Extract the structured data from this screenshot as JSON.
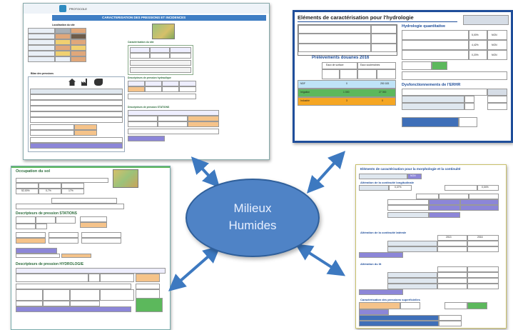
{
  "center": {
    "line1": "Milieux",
    "line2": "Humides"
  },
  "top_left": {
    "header": "PROTOCOLE",
    "title": "CARACTERISATION DES PRESSIONS ET INCIDENCES",
    "sub1": "Localisation du site",
    "sub2": "Caractérisation du site",
    "sub3": "Bilan des pressions",
    "sub4": "Descripteurs de pression hydraulique",
    "sub5": "Descripteurs de pression STATIONS"
  },
  "top_right": {
    "title": "Eléments de caractérisation pour l'hydrologie",
    "sub1": "Hydrologie quantitative",
    "sub2": "Prélèvements douanes 2016",
    "sub3": "Dysfonctionnements de l'ERHR",
    "col_headers": [
      "Eaux de surface",
      "Eaux souterraines"
    ],
    "row_ndf": "NDF",
    "row_irrigation": "Irrigation",
    "row_industrie": "Industrie",
    "values": {
      "ndf_surface": "0",
      "ndf_sout": "250 183",
      "irr_vol": "1 000",
      "irr_sout": "27 000",
      "ind_surface": "3",
      "ind_sout": "0"
    },
    "pct1": "5,00%",
    "pct2": "4,42%",
    "pct3": "0,20%",
    "status": "NON"
  },
  "bottom_left": {
    "title": "Occupation du sol",
    "sub1": "Descripteurs de pression STATIONS",
    "sub2": "Descripteurs de pression HYDROLOGIE",
    "vals": [
      "52,00%",
      "0,7%",
      "17%"
    ]
  },
  "bottom_right": {
    "title": "Eléments de caractérisation pour la morphologie et la continuité",
    "sub1": "Altération de la continuité longitudinale",
    "sub2": "Altération de la continuité latérale",
    "sub3": "Altération du lit",
    "sub4": "Caractérisation des pressions superficielles",
    "pcts": [
      "0,37%",
      "0,04%"
    ],
    "status": "NON",
    "years": [
      "2013",
      "2016"
    ]
  },
  "colors": {
    "arrow": "#3d79c0",
    "ellipse": "#4f83c6",
    "card_border": "#1f4e9a",
    "green": "#4caf50",
    "orange": "#f5a623",
    "purple": "#8c86d8"
  }
}
